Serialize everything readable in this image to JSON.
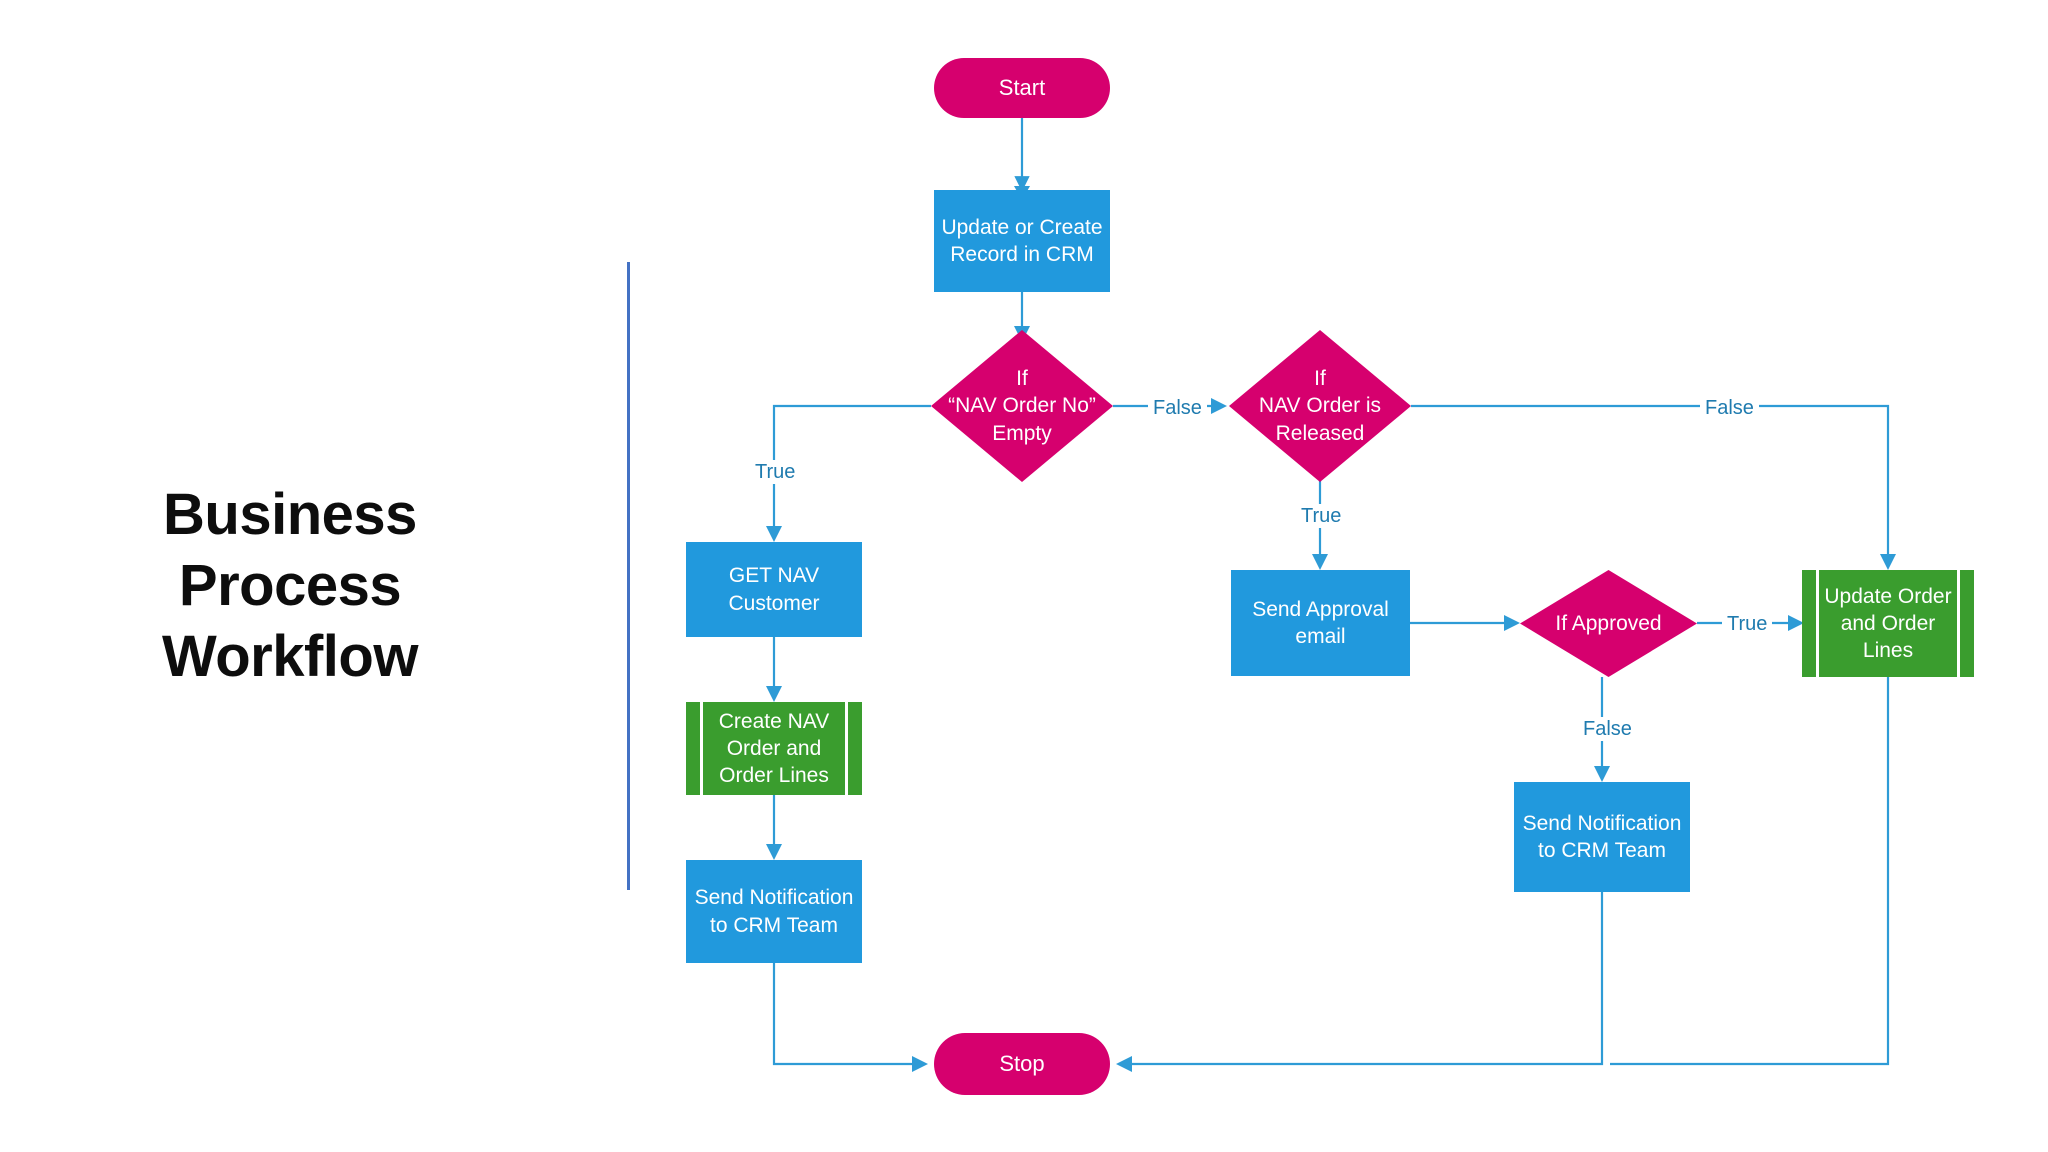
{
  "title": {
    "lines": [
      "Business",
      "Process",
      "Workflow"
    ]
  },
  "colors": {
    "terminator": "#D6006E",
    "decision": "#D6006E",
    "process": "#2199DD",
    "predefined": "#3A9D2E",
    "connector": "#2E9BD6",
    "edge_label_text": "#1F7BAF",
    "divider_rule": "#4472C4",
    "canvas": "#FFFFFF",
    "node_text": "#FFFFFF",
    "title_text": "#0D0D0D"
  },
  "nodes": {
    "start": {
      "label": "Start",
      "shape": "terminator"
    },
    "update_create_crm": {
      "label": "Update or Create\nRecord in CRM",
      "shape": "process"
    },
    "if_nav_order_no_empty": {
      "label": "If\n“NAV Order No”\nEmpty",
      "shape": "decision"
    },
    "if_nav_order_released": {
      "label": "If\nNAV Order is\nReleased",
      "shape": "decision"
    },
    "get_nav_customer": {
      "label": "GET NAV\nCustomer",
      "shape": "process"
    },
    "create_nav_order": {
      "label": "Create NAV\nOrder and\nOrder Lines",
      "shape": "predefined"
    },
    "send_notification_left": {
      "label": "Send Notification\nto CRM Team",
      "shape": "process"
    },
    "send_approval_email": {
      "label": "Send Approval\nemail",
      "shape": "process"
    },
    "if_approved": {
      "label": "If  Approved",
      "shape": "decision"
    },
    "update_order_lines": {
      "label": "Update Order\nand Order\nLines",
      "shape": "predefined"
    },
    "send_notification_right": {
      "label": "Send Notification\nto CRM Team",
      "shape": "process"
    },
    "stop": {
      "label": "Stop",
      "shape": "terminator"
    }
  },
  "edge_labels": {
    "empty_true": "True",
    "empty_false": "False",
    "released_true": "True",
    "released_false": "False",
    "approved_true": "True",
    "approved_false": "False"
  },
  "flow": {
    "type": "flowchart",
    "edges": [
      {
        "from": "start",
        "to": "update_create_crm",
        "label": ""
      },
      {
        "from": "update_create_crm",
        "to": "if_nav_order_no_empty",
        "label": ""
      },
      {
        "from": "if_nav_order_no_empty",
        "to": "get_nav_customer",
        "label": "True"
      },
      {
        "from": "if_nav_order_no_empty",
        "to": "if_nav_order_released",
        "label": "False"
      },
      {
        "from": "get_nav_customer",
        "to": "create_nav_order",
        "label": ""
      },
      {
        "from": "create_nav_order",
        "to": "send_notification_left",
        "label": ""
      },
      {
        "from": "send_notification_left",
        "to": "stop",
        "label": ""
      },
      {
        "from": "if_nav_order_released",
        "to": "send_approval_email",
        "label": "True"
      },
      {
        "from": "if_nav_order_released",
        "to": "update_order_lines",
        "label": "False"
      },
      {
        "from": "send_approval_email",
        "to": "if_approved",
        "label": ""
      },
      {
        "from": "if_approved",
        "to": "update_order_lines",
        "label": "True"
      },
      {
        "from": "if_approved",
        "to": "send_notification_right",
        "label": "False"
      },
      {
        "from": "send_notification_right",
        "to": "stop",
        "label": ""
      },
      {
        "from": "update_order_lines",
        "to": "stop",
        "label": ""
      }
    ]
  }
}
